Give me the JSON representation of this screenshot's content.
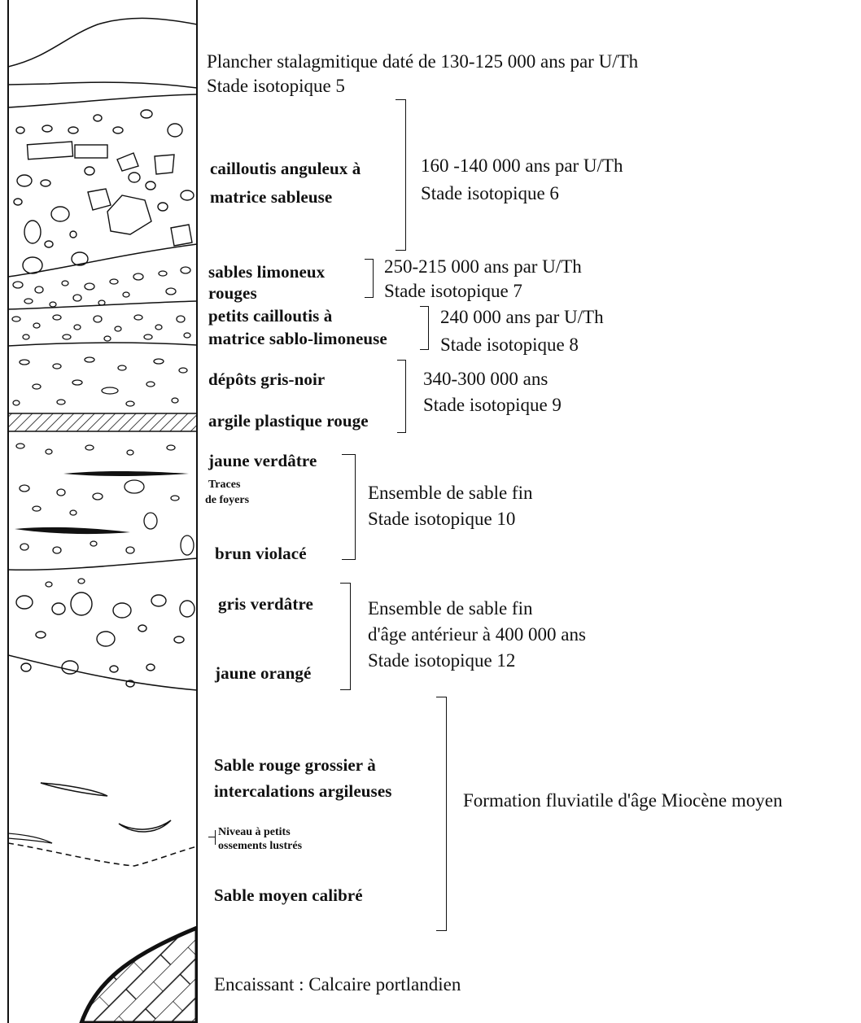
{
  "top": {
    "plancher": "Plancher stalagmitique  daté de 130-125 000 ans par U/Th",
    "stade5": "Stade isotopique 5"
  },
  "layers": {
    "cailloutis1": "cailloutis anguleux à",
    "cailloutis2": "matrice sableuse",
    "sables1": "sables limoneux",
    "sables2": "rouges",
    "petits1": "petits cailloutis à",
    "petits2": "matrice sablo-limoneuse",
    "depots": "dépôts gris-noir",
    "argile": "argile plastique rouge",
    "jaune_verdatre": "jaune verdâtre",
    "traces1": "Traces",
    "traces2": "de foyers",
    "brun": "brun violacé",
    "gris": "gris verdâtre",
    "jaune_orange": "jaune orangé",
    "sable_rouge1": "Sable rouge grossier à",
    "sable_rouge2": "intercalations argileuses",
    "niveau1": "Niveau à petits",
    "niveau2": "ossements lustrés",
    "sable_moyen": "Sable moyen calibré",
    "encaissant": "Encaissant :  Calcaire portlandien"
  },
  "ages": {
    "g6_age": "160 -140 000 ans par U/Th",
    "g6_stade": "Stade isotopique 6",
    "g7_age": "250-215 000 ans par U/Th",
    "g7_stade": "Stade isotopique 7",
    "g8_age": "240 000 ans par U/Th",
    "g8_stade": "Stade isotopique 8",
    "g9_age": "340-300 000 ans",
    "g9_stade": "Stade isotopique 9",
    "g10_line1": "Ensemble de sable fin",
    "g10_stade": "Stade isotopique 10",
    "g12_line1": "Ensemble de sable fin",
    "g12_line2": "d'âge antérieur à 400 000 ans",
    "g12_stade": "Stade isotopique 12",
    "miocene": "Formation fluviatile d'âge Miocène moyen"
  }
}
